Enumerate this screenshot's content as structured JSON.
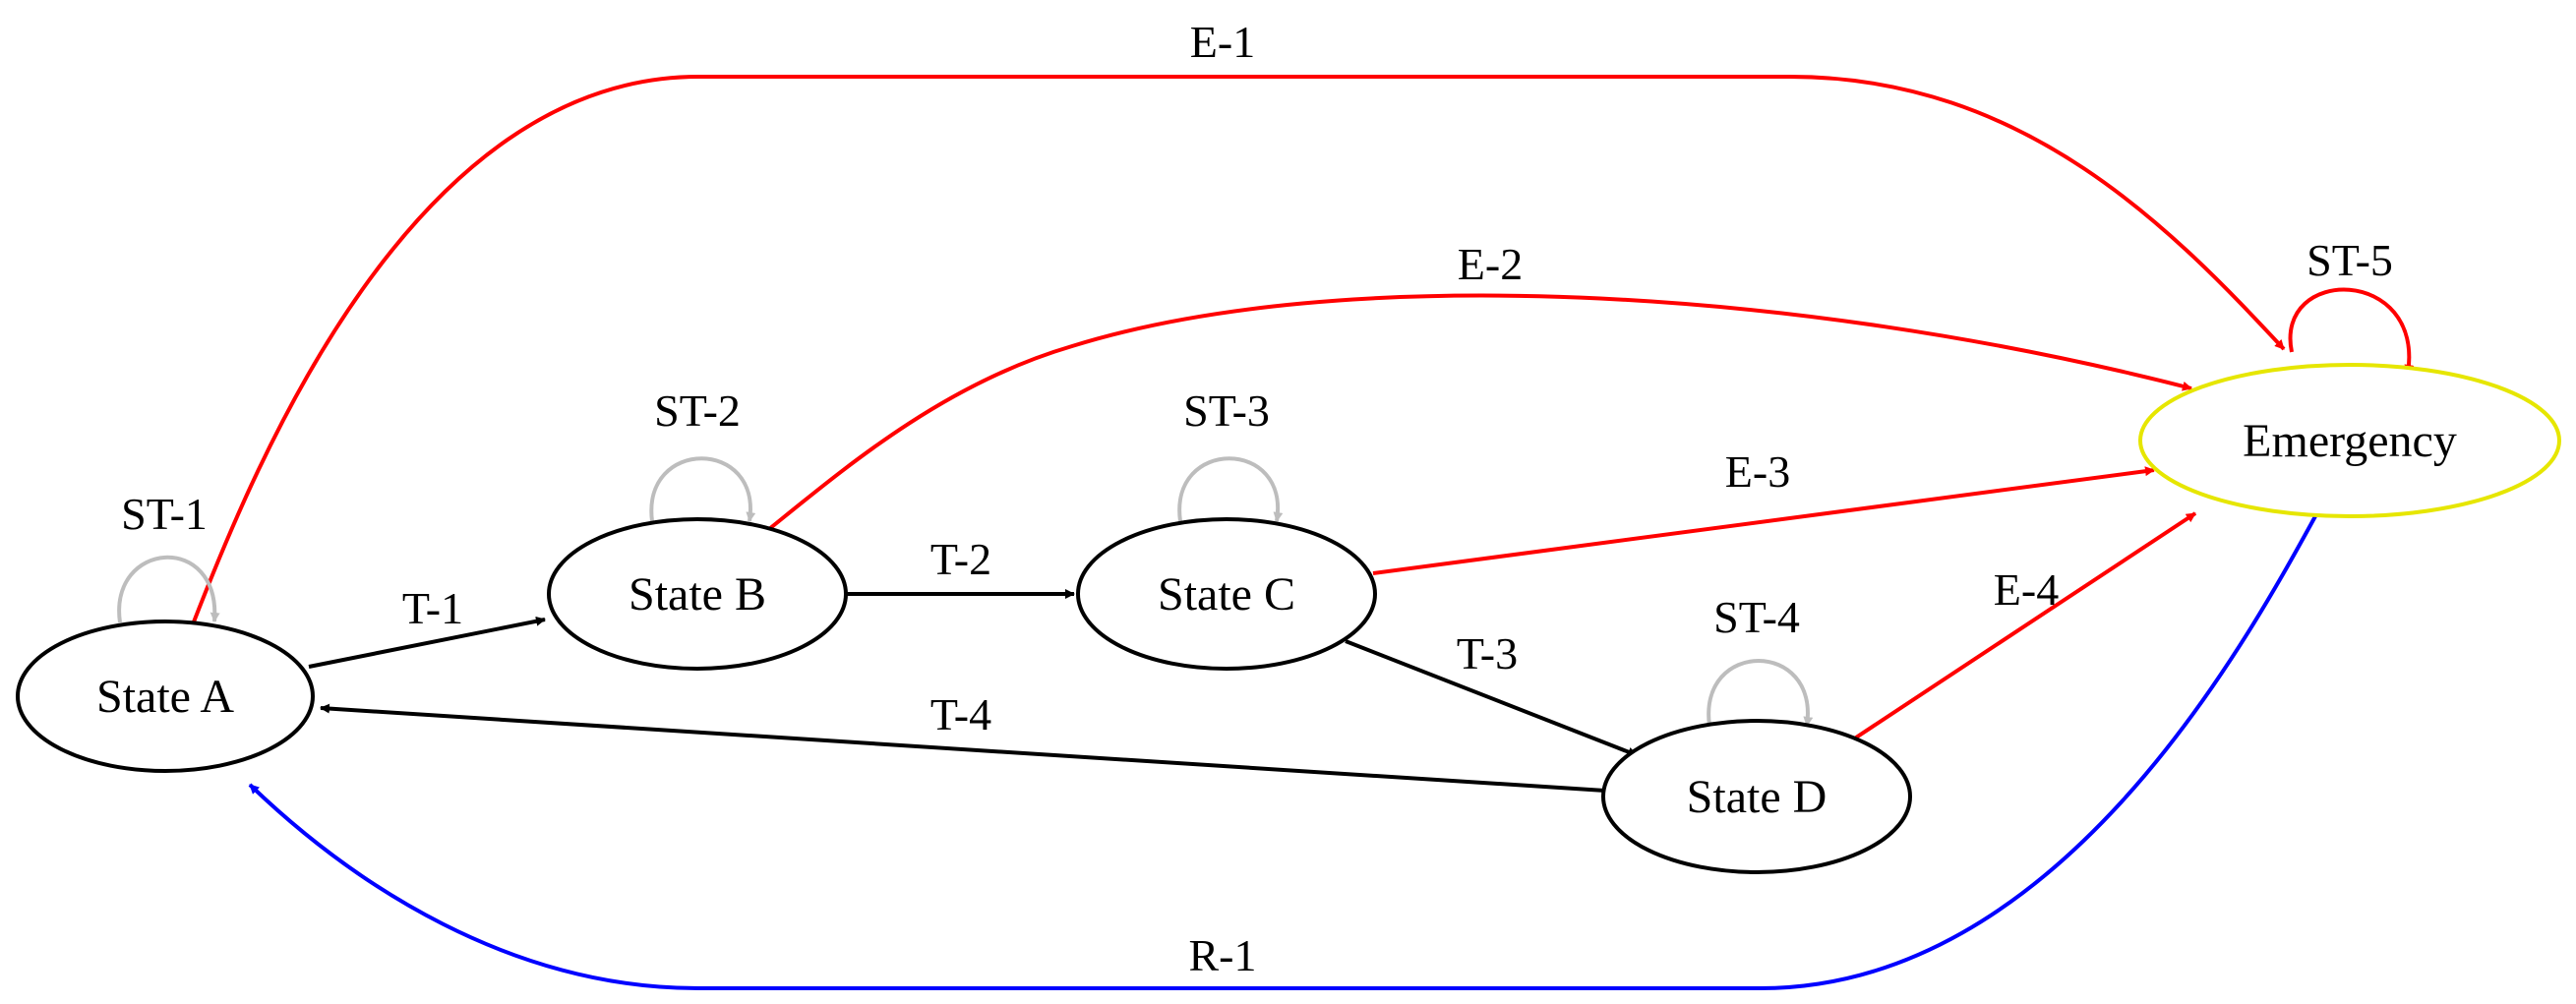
{
  "title": "State transition diagram",
  "colors": {
    "background": "#ffffff",
    "node_stroke": "#000000",
    "emergency_stroke": "#e6e600",
    "transition": "#000000",
    "self_loop": "#bdbdbd",
    "emergency_edge": "#ff0000",
    "recovery_edge": "#0000ff"
  },
  "nodes": {
    "a": "State A",
    "b": "State B",
    "c": "State C",
    "d": "State D",
    "emergency": "Emergency"
  },
  "edges": {
    "t1": {
      "label": "T-1",
      "from": "State A",
      "to": "State B"
    },
    "t2": {
      "label": "T-2",
      "from": "State B",
      "to": "State C"
    },
    "t3": {
      "label": "T-3",
      "from": "State C",
      "to": "State D"
    },
    "t4": {
      "label": "T-4",
      "from": "State D",
      "to": "State A"
    },
    "e1": {
      "label": "E-1",
      "from": "State A",
      "to": "Emergency"
    },
    "e2": {
      "label": "E-2",
      "from": "State B",
      "to": "Emergency"
    },
    "e3": {
      "label": "E-3",
      "from": "State C",
      "to": "Emergency"
    },
    "e4": {
      "label": "E-4",
      "from": "State D",
      "to": "Emergency"
    },
    "r1": {
      "label": "R-1",
      "from": "Emergency",
      "to": "State A"
    },
    "st1": {
      "label": "ST-1",
      "from": "State A",
      "to": "State A"
    },
    "st2": {
      "label": "ST-2",
      "from": "State B",
      "to": "State B"
    },
    "st3": {
      "label": "ST-3",
      "from": "State C",
      "to": "State C"
    },
    "st4": {
      "label": "ST-4",
      "from": "State D",
      "to": "State D"
    },
    "st5": {
      "label": "ST-5",
      "from": "Emergency",
      "to": "Emergency"
    }
  }
}
